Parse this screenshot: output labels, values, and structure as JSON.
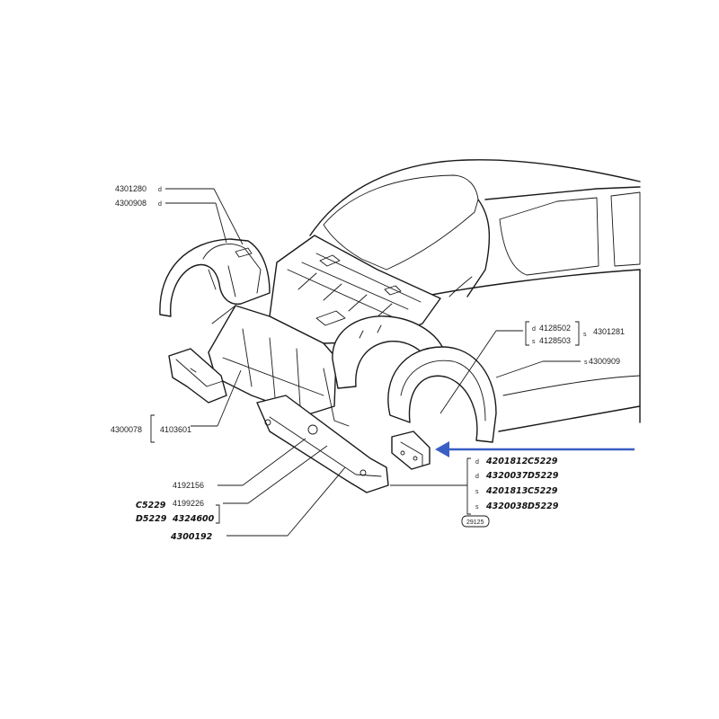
{
  "callouts": {
    "arch_d1": "4301280",
    "arch_d1_side": "d",
    "arch_d2": "4300908",
    "arch_d2_side": "d",
    "bracket_group": "4300078",
    "bracket_inner": "4103601",
    "side_d1": "4128502",
    "side_d1_tag": "d",
    "side_s1": "4128503",
    "side_s1_tag": "s",
    "side_group": "4301281",
    "side_group_tag": "s",
    "wheelhouse": "4300909",
    "wheelhouse_tag": "s",
    "mid_part": "4192156",
    "pair_top_code": "C5229",
    "pair_top_part": "4199226",
    "pair_bot_code": "D5229",
    "pair_bot_part": "4324600",
    "bottom_part": "4300192",
    "list": [
      {
        "side": "d",
        "part": "4201812",
        "code": "C5229"
      },
      {
        "side": "d",
        "part": "4320037",
        "code": "D5229"
      },
      {
        "side": "s",
        "part": "4201813",
        "code": "C5229"
      },
      {
        "side": "s",
        "part": "4320038",
        "code": "D5229"
      }
    ],
    "figure_number": "29125"
  },
  "colors": {
    "ink": "#1a1a1a",
    "arrow": "#3a5fc4",
    "background": "#ffffff"
  }
}
